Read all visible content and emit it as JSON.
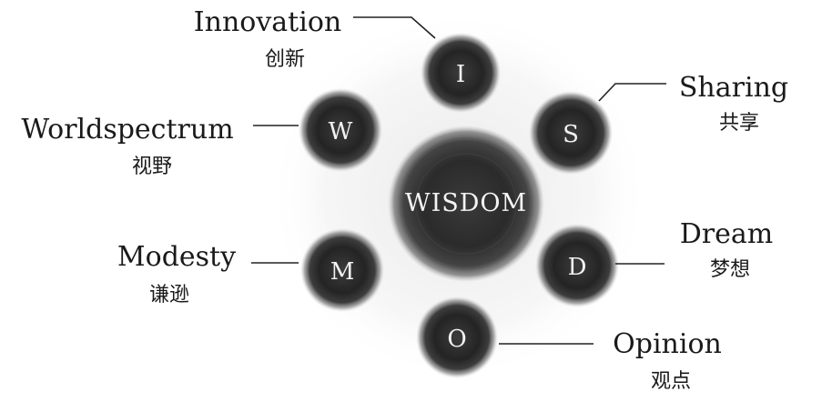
{
  "center": {
    "label": "WISDOM"
  },
  "nodes": [
    {
      "key": "innovation",
      "letter": "I",
      "title": "Innovation",
      "subtitle": "创新"
    },
    {
      "key": "sharing",
      "letter": "S",
      "title": "Sharing",
      "subtitle": "共享"
    },
    {
      "key": "dream",
      "letter": "D",
      "title": "Dream",
      "subtitle": "梦想"
    },
    {
      "key": "opinion",
      "letter": "O",
      "title": "Opinion",
      "subtitle": "观点"
    },
    {
      "key": "modesty",
      "letter": "M",
      "title": "Modesty",
      "subtitle": "谦逊"
    },
    {
      "key": "worldspectrum",
      "letter": "W",
      "title": "Worldspectrum",
      "subtitle": "视野"
    }
  ],
  "colors": {
    "ink_dark": "#262626",
    "ink_mid": "#555555",
    "ink_light": "#bdbdbd",
    "text": "#1a1a1a",
    "letter": "#f2f2f2"
  }
}
